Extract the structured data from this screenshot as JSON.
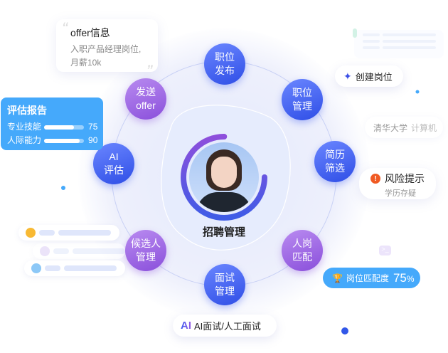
{
  "center": {
    "title": "招聘管理",
    "progress_percent": 75
  },
  "nodes": [
    {
      "l1": "职位",
      "l2": "发布",
      "color": "blue"
    },
    {
      "l1": "职位",
      "l2": "管理",
      "color": "blue"
    },
    {
      "l1": "简历",
      "l2": "筛选",
      "color": "blue"
    },
    {
      "l1": "人岗",
      "l2": "匹配",
      "color": "purple"
    },
    {
      "l1": "面试",
      "l2": "管理",
      "color": "blue"
    },
    {
      "l1": "候选人",
      "l2": "管理",
      "color": "purple"
    },
    {
      "l1": "AI",
      "l2": "评估",
      "color": "blue"
    },
    {
      "l1": "发送",
      "l2": "offer",
      "color": "purple"
    }
  ],
  "offer_card": {
    "title": "offer信息",
    "line1": "入职产品经理岗位,",
    "line2": "月薪10k"
  },
  "report": {
    "title": "评估报告",
    "rows": [
      {
        "label": "专业技能",
        "value": "75",
        "fill": 0.75
      },
      {
        "label": "人际能力",
        "value": "90",
        "fill": 0.9
      }
    ]
  },
  "create_job": {
    "label": "创建岗位"
  },
  "school_tag": {
    "school": "清华大学",
    "major": "计算机"
  },
  "risk": {
    "title": "风险提示",
    "sub": "学历存疑"
  },
  "match": {
    "label": "岗位匹配度",
    "value": "75",
    "unit": "%"
  },
  "interview": {
    "icon_text": "AI",
    "label": "AI面试/人工面试"
  },
  "colors": {
    "blue": "#3b5bf0",
    "purple": "#9b5de5",
    "accent": "#45a9fb",
    "risk": "#f05a23"
  }
}
